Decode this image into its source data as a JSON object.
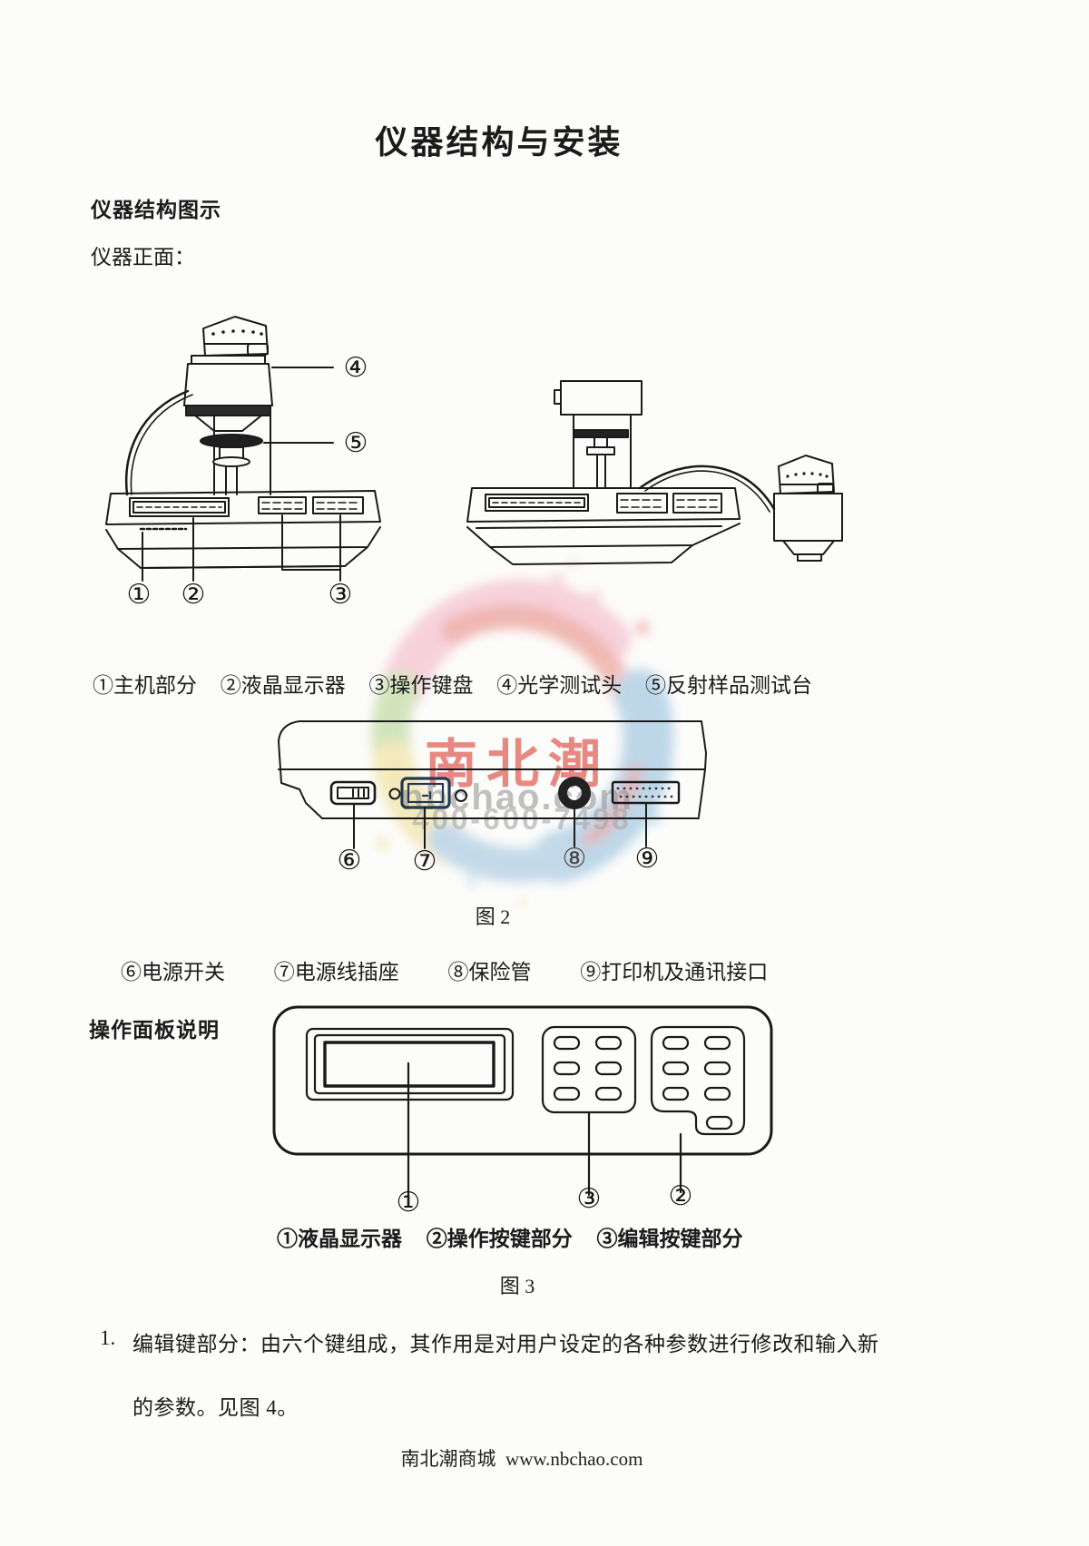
{
  "document": {
    "title": "仪器结构与安装",
    "footer": "南北潮商城  www.nbchao.com"
  },
  "headings": {
    "structure": "仪器结构图示",
    "front_view": "仪器正面：",
    "panel": "操作面板说明"
  },
  "figure1": {
    "callout1": "①",
    "callout2": "②",
    "callout3": "③",
    "callout4": "④",
    "callout5": "⑤",
    "caption_items": [
      "①主机部分",
      "②液晶显示器",
      "③操作键盘",
      "④光学测试头",
      "⑤反射样品测试台"
    ]
  },
  "figure2": {
    "callout6": "⑥",
    "callout7": "⑦",
    "callout8": "⑧",
    "callout9": "⑨",
    "label": "图 2",
    "caption_items": [
      "⑥电源开关",
      "⑦电源线插座",
      "⑧保险管",
      "⑨打印机及通讯接口"
    ]
  },
  "figure3": {
    "callout1": "①",
    "callout2": "②",
    "callout3": "③",
    "label": "图 3",
    "caption_items": [
      "①液晶显示器",
      "②操作按键部分",
      "③编辑按键部分"
    ]
  },
  "list": {
    "item1_marker": "1.",
    "item1_line1": "编辑键部分：由六个键组成，其作用是对用户设定的各种参数进行修改和输入新",
    "item1_line2": "的参数。见图 4。"
  },
  "watermark": {
    "brand": "南北潮",
    "domain": "nbchao.com",
    "phone": "400-600-7498",
    "brand_color": "#dd4238",
    "gray_color": "#9a9a9a",
    "ring_colors": [
      "#f2a7bc",
      "#e26a5a",
      "#a9cc7e",
      "#ecd97f",
      "#7fb3d6"
    ]
  }
}
